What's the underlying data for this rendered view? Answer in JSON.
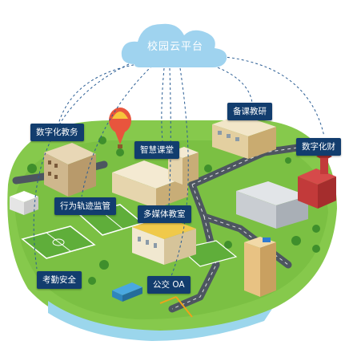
{
  "cloud": {
    "title": "校园云平台",
    "icon": "cloud-icon"
  },
  "nodes": [
    {
      "id": "digital-teaching",
      "label": "数字化教务"
    },
    {
      "id": "lesson-prep",
      "label": "备课教研"
    },
    {
      "id": "digital-finance",
      "label": "数字化财"
    },
    {
      "id": "smart-classroom",
      "label": "智慧课堂"
    },
    {
      "id": "behavior-monitor",
      "label": "行为轨迹监管"
    },
    {
      "id": "multimedia-classroom",
      "label": "多媒体教室"
    },
    {
      "id": "attendance-safety",
      "label": "考勤安全"
    },
    {
      "id": "office-oa",
      "label": "公交 OA"
    }
  ],
  "colors": {
    "cloud": "#9fd3ef",
    "label_bg": "#123d6e",
    "grass": "#86c94c",
    "road": "#4d5660",
    "connector": "#2a5d94"
  }
}
